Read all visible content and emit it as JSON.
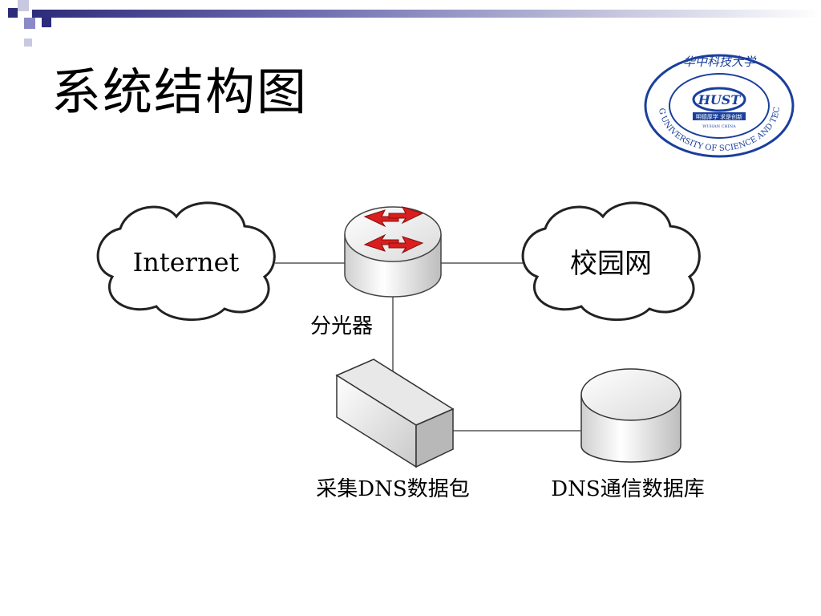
{
  "slide": {
    "title": "系统结构图"
  },
  "logo": {
    "upper_text": "华中科技大学",
    "emblem_text": "HUST",
    "ring_text": "HUAZHONG UNIVERSITY OF SCIENCE AND TECHNOLOGY",
    "motto": "明德厚学 求是创新",
    "city": "WUHAN CHINA",
    "color": "#1a3f9c"
  },
  "diagram": {
    "internet_label": "Internet",
    "campus_label": "校园网",
    "splitter_label": "分光器",
    "capture_label": "采集DNS数据包",
    "db_label": "DNS通信数据库"
  },
  "colors": {
    "arrow": "#d81e1e",
    "line": "#555555",
    "deco_dark": "#2c2c7a",
    "deco_mid": "#8a8ac8"
  }
}
